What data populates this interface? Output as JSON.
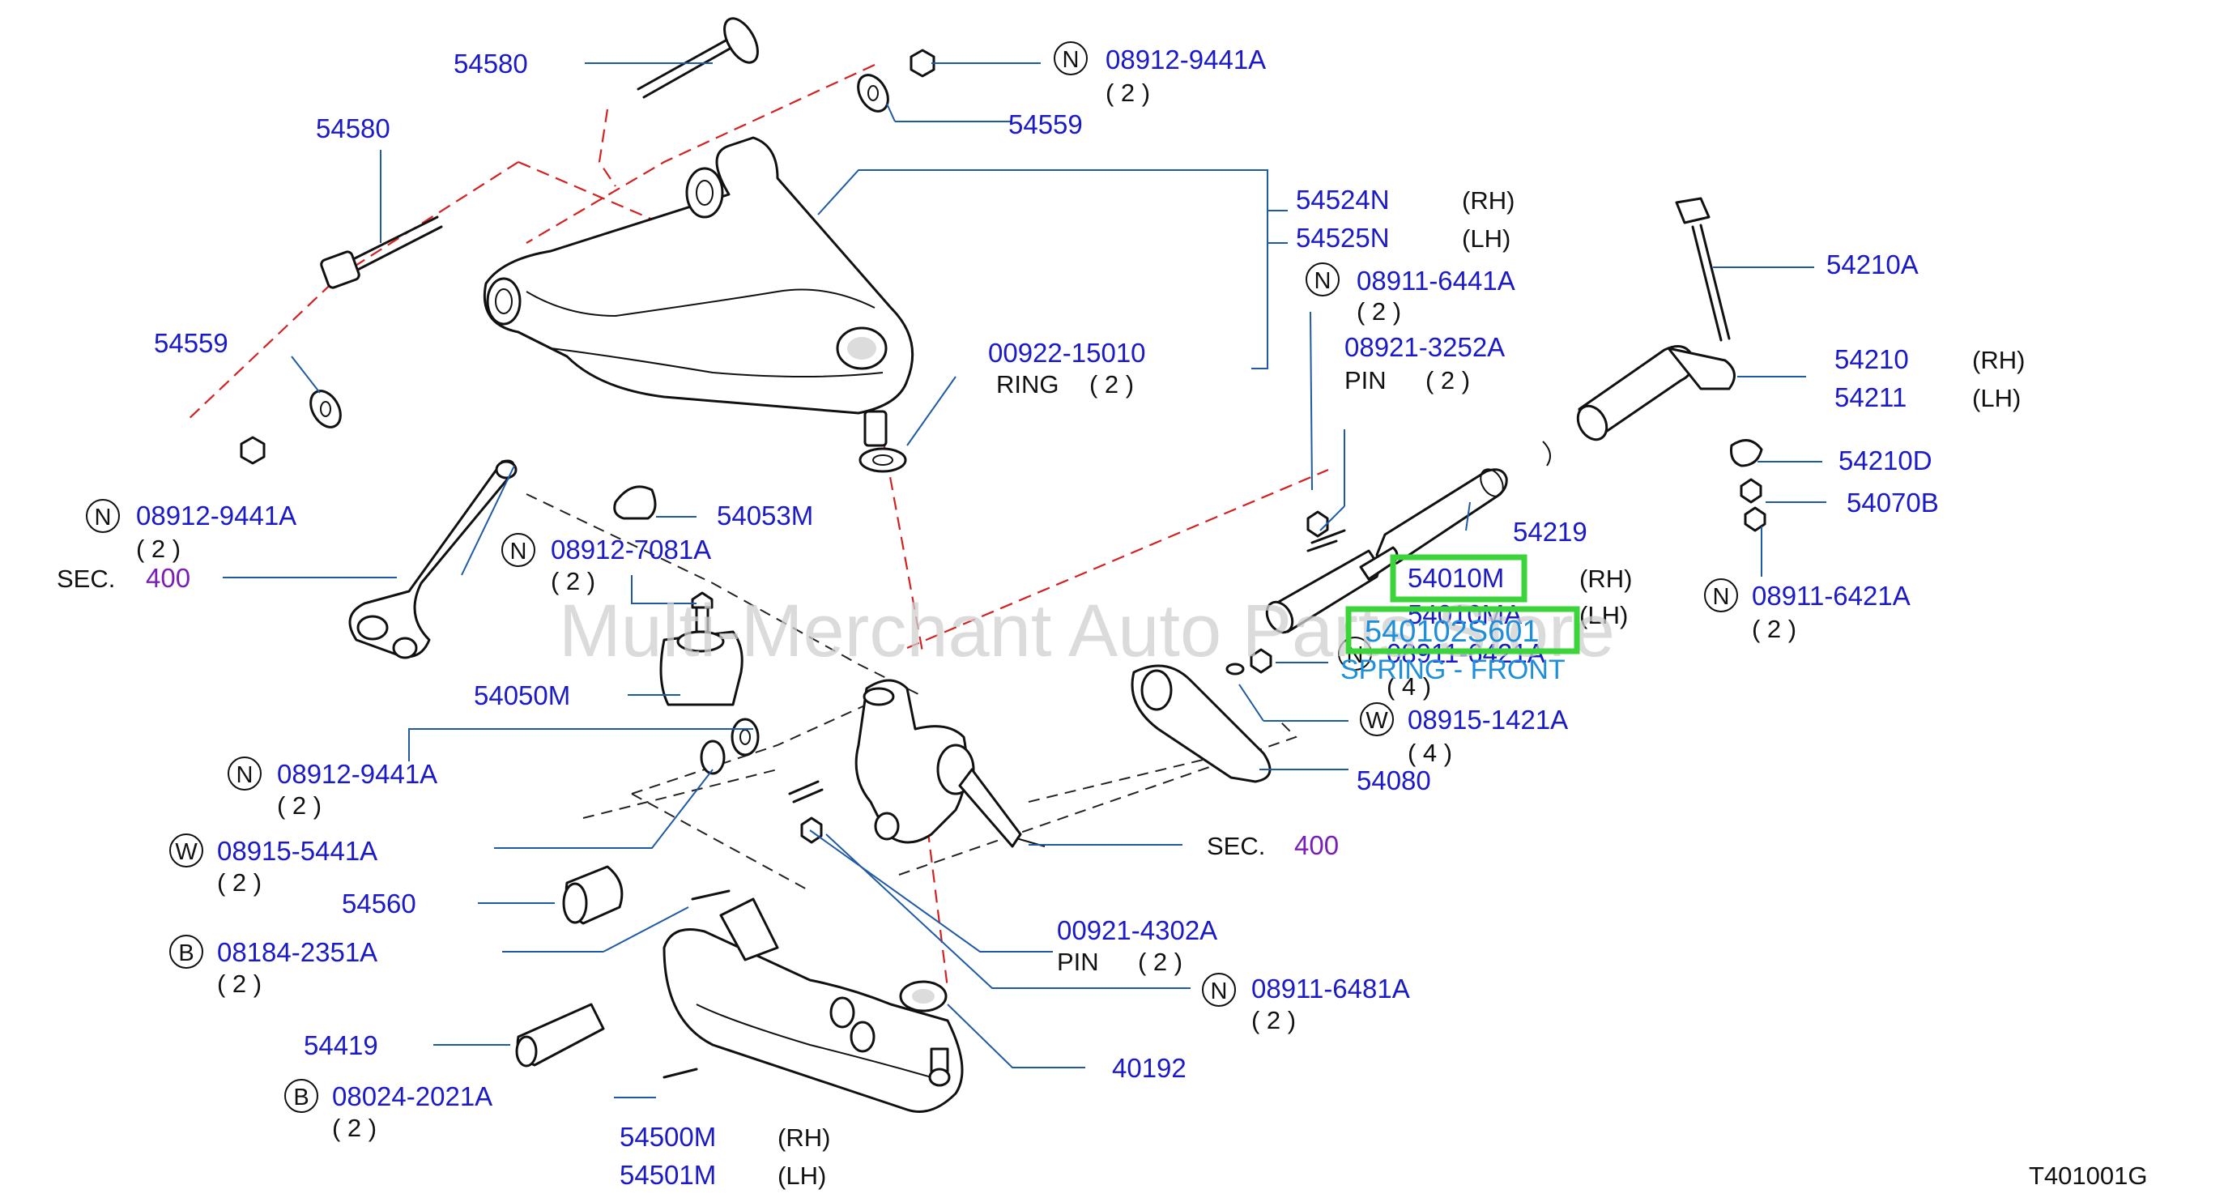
{
  "diagram": {
    "watermark": "Multi-Merchant Auto Parts Store",
    "drawing_code": "T401001G",
    "labels": {
      "l54580a": "54580",
      "l54580b": "54580",
      "n08912_9441a_top": "08912-9441A",
      "q2_top": "( 2 )",
      "l54559a": "54559",
      "l54559b": "54559",
      "l54524n": "54524N",
      "rh1": "(RH)",
      "l54525n": "54525N",
      "lh1": "(LH)",
      "n08911_6441a": "08911-6441A",
      "q2_6441": "( 2 )",
      "l08921": "08921-3252A",
      "pin1": "PIN",
      "q2_pin1": "( 2 )",
      "l00922": "00922-15010",
      "ring": "RING",
      "q2_ring": "( 2 )",
      "l54210a": "54210A",
      "l54210": "54210",
      "rh2": "(RH)",
      "l54211": "54211",
      "lh2": "(LH)",
      "l54210d": "54210D",
      "l54070b": "54070B",
      "l54219": "54219",
      "l54010m": "54010M",
      "rh3": "(RH)",
      "l54010ma": "54010MA",
      "lh3": "(LH)",
      "l540102s601": "540102S601",
      "spring_front": "SPRING - FRONT",
      "n08911_6421a_left": "08911-6421A",
      "q4_a": "( 4 )",
      "w08915_1421a": "08915-1421A",
      "q4_b": "( 4 )",
      "n08911_6421a_right": "08911-6421A",
      "q2_6421r": "( 2 )",
      "l54080": "54080",
      "n08912_9441a_left": "08912-9441A",
      "q2_left": "( 2 )",
      "sec_a": "SEC.",
      "sec_a_num": "400",
      "l54053m": "54053M",
      "n08912_7081a": "08912-7081A",
      "q2_7081": "( 2 )",
      "l54050m": "54050M",
      "n08912_9441a_mid": "08912-9441A",
      "q2_mid": "( 2 )",
      "w08915_5441a": "08915-5441A",
      "q2_5441": "( 2 )",
      "l54560": "54560",
      "b08184": "08184-2351A",
      "q2_08184": "( 2 )",
      "l54419": "54419",
      "b08024": "08024-2021A",
      "q2_08024": "( 2 )",
      "l54500m": "54500M",
      "rh4": "(RH)",
      "l54501m": "54501M",
      "lh4": "(LH)",
      "sec_b": "SEC.",
      "sec_b_num": "400",
      "l00921": "00921-4302A",
      "pin2": "PIN",
      "q2_pin2": "( 2 )",
      "n08911_6481a": "08911-6481A",
      "q2_6481": "( 2 )",
      "l40192": "40192"
    },
    "badges": {
      "n": "N",
      "w": "W",
      "b": "B"
    },
    "colors": {
      "part_number": "#1a1ac8",
      "section_number": "#7a1fb5",
      "highlight_box": "#3bd43b",
      "highlight_text": "#1e8fd8",
      "leader": "#1f5aa6",
      "dashed_axis": "#d42020"
    }
  }
}
